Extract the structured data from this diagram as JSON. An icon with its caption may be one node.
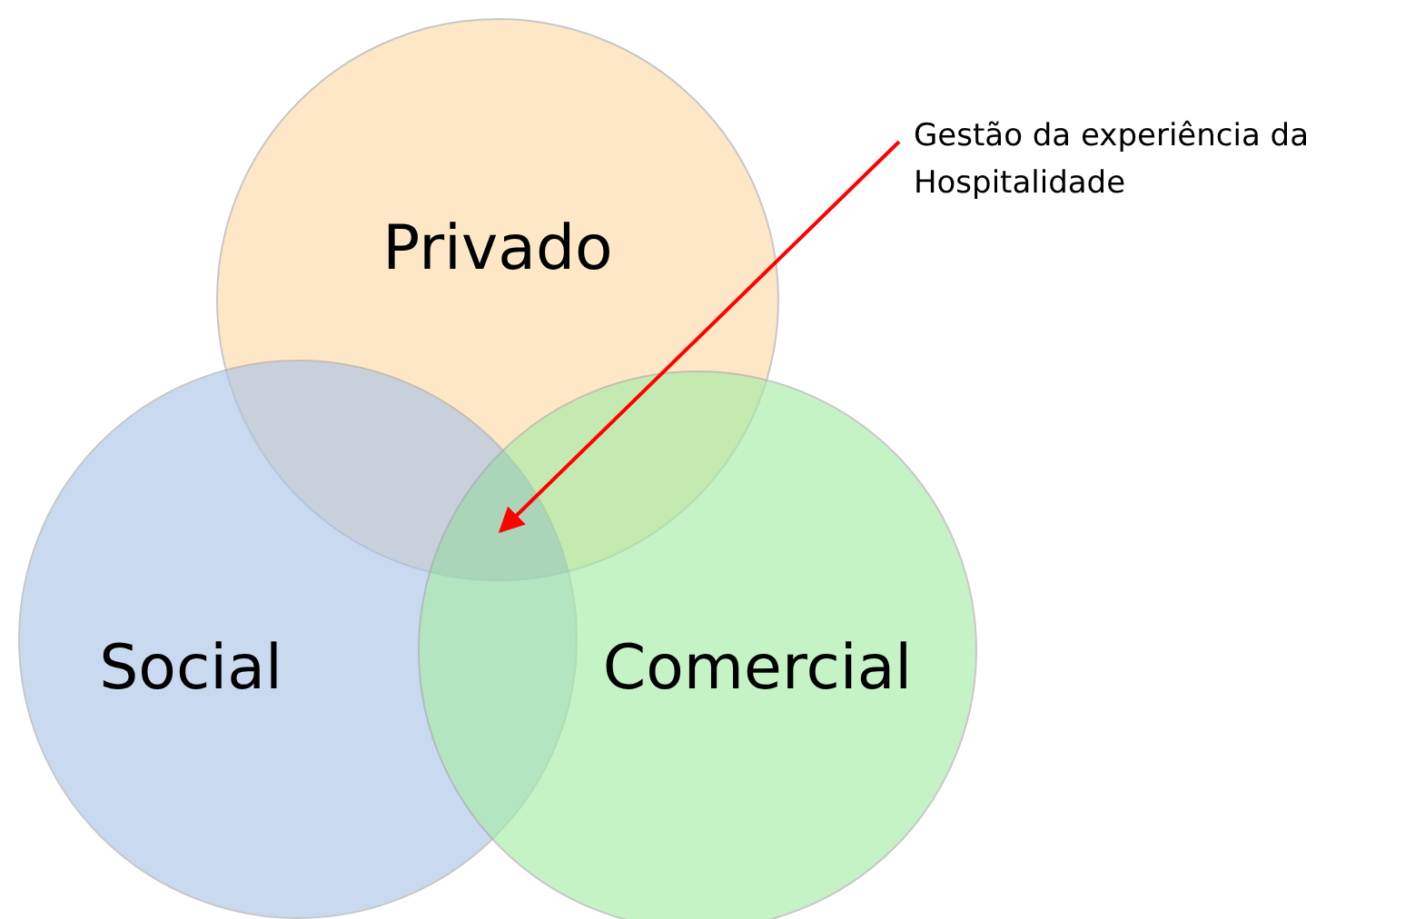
{
  "diagram": {
    "nodes": [
      {
        "text": [
          "Privado"
        ]
      },
      {
        "text": [
          "Social"
        ]
      },
      {
        "text": [
          "Comercial"
        ]
      },
      {
        "text": [
          "Gestão da experiência da Hospitalidade"
        ]
      },
      {
        "text": [],
        "shape": "region"
      }
    ],
    "edges": [
      {
        "from": 3,
        "to": 4,
        "arrow": "to",
        "color": "#ff0000"
      }
    ]
  }
}
